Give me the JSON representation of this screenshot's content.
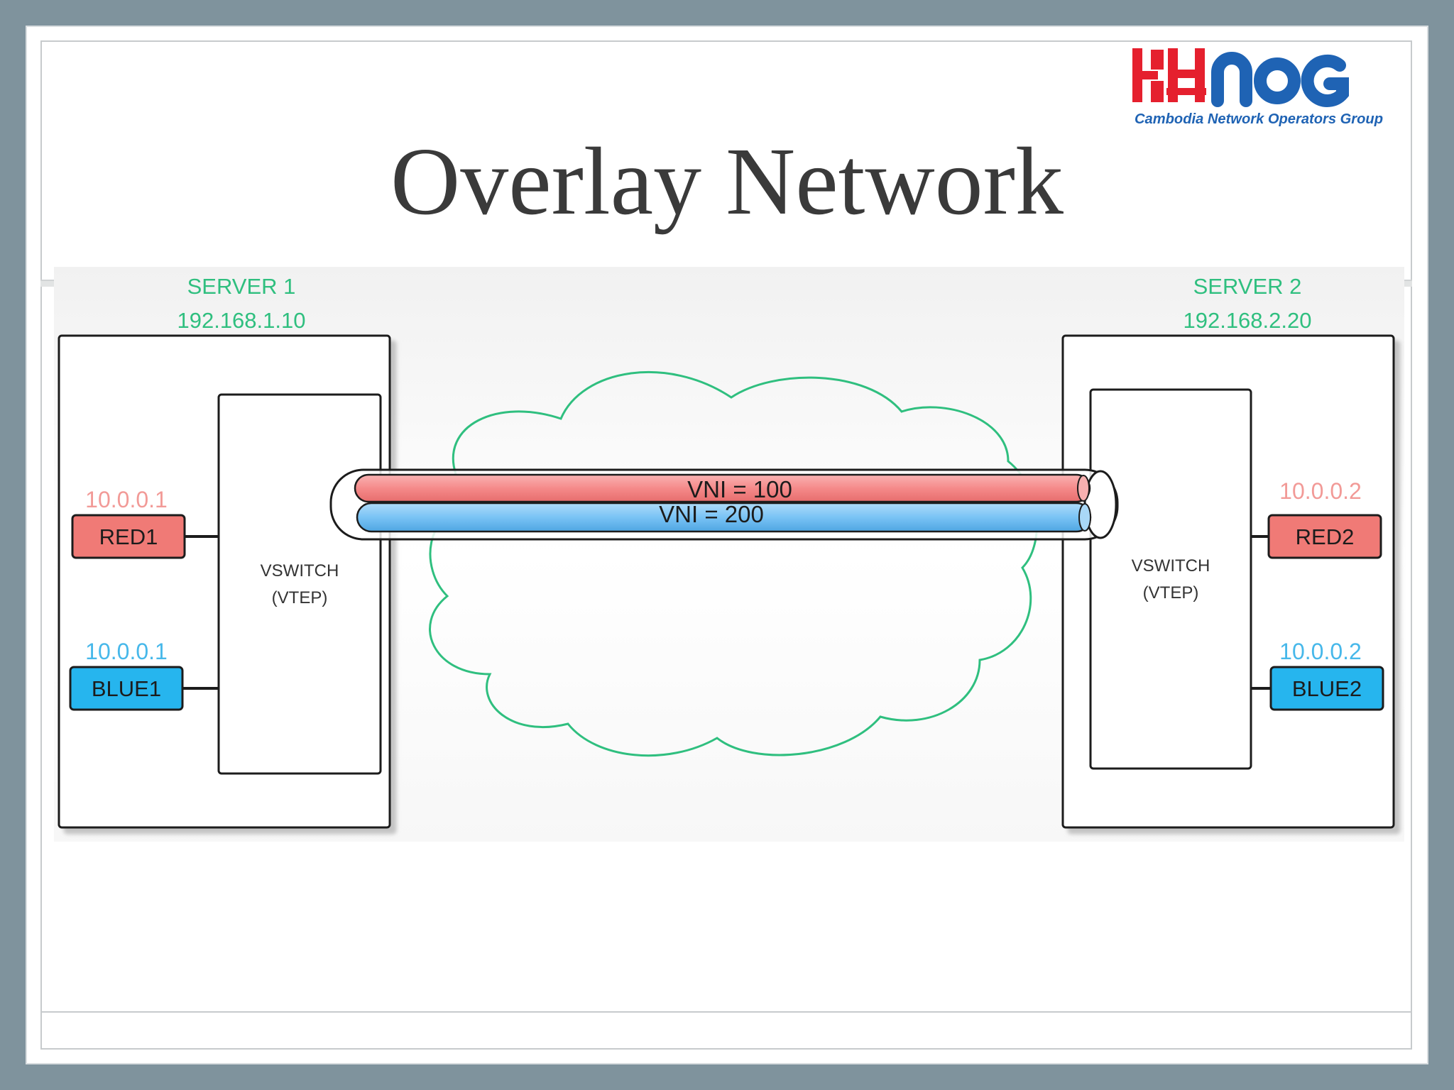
{
  "slide": {
    "title": "Overlay Network"
  },
  "logo": {
    "wordmark": "KHNOG",
    "tagline": "Cambodia Network Operators Group",
    "colors": {
      "red": "#e5202e",
      "blue": "#1f63b4"
    }
  },
  "diagram": {
    "cloud_color": "#2fbf7f",
    "servers": [
      {
        "name": "SERVER 1",
        "ip": "192.168.1.10",
        "vswitch_line1": "VSWITCH",
        "vswitch_line2": "(VTEP)",
        "vms": [
          {
            "name": "RED1",
            "ip": "10.0.0.1",
            "color": "#f07a76",
            "ip_color": "#f29a97"
          },
          {
            "name": "BLUE1",
            "ip": "10.0.0.1",
            "color": "#26b5ee",
            "ip_color": "#47b8ea"
          }
        ]
      },
      {
        "name": "SERVER 2",
        "ip": "192.168.2.20",
        "vswitch_line1": "VSWITCH",
        "vswitch_line2": "(VTEP)",
        "vms": [
          {
            "name": "RED2",
            "ip": "10.0.0.2",
            "color": "#f07a76",
            "ip_color": "#f29a97"
          },
          {
            "name": "BLUE2",
            "ip": "10.0.0.2",
            "color": "#26b5ee",
            "ip_color": "#47b8ea"
          }
        ]
      }
    ],
    "tunnels": [
      {
        "label": "VNI = 100",
        "color": "#f58a8a"
      },
      {
        "label": "VNI = 200",
        "color": "#79c3f5"
      }
    ]
  }
}
